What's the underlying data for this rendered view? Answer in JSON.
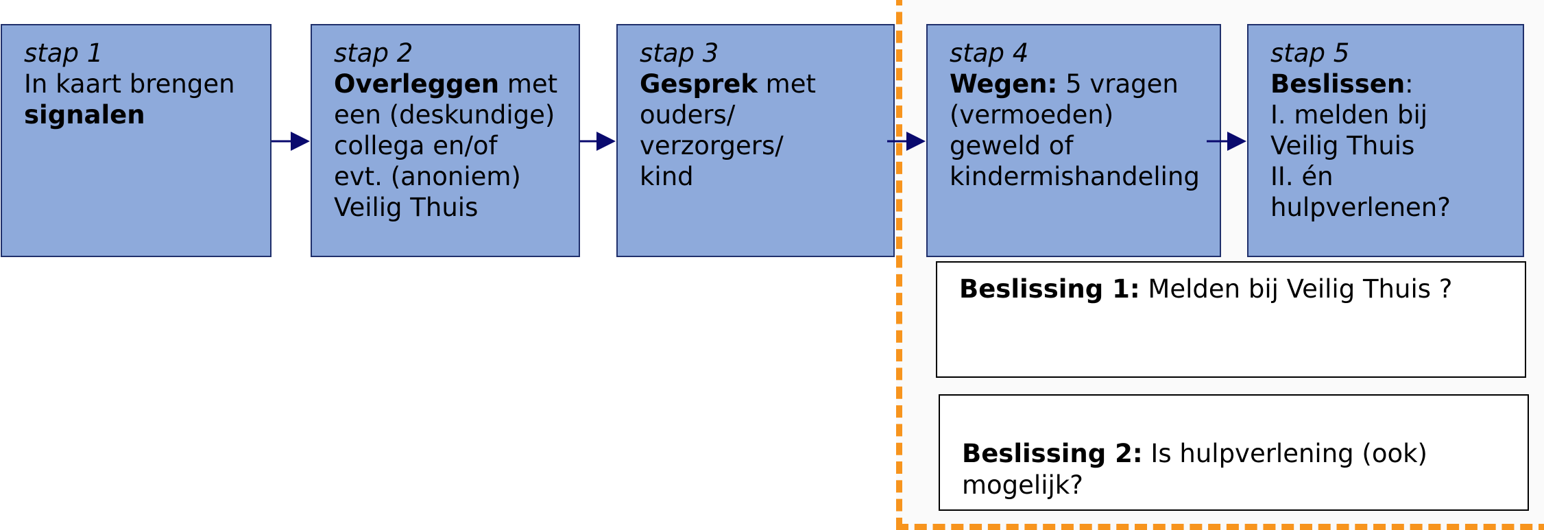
{
  "steps": [
    {
      "title": "stap 1",
      "parts": [
        {
          "text": "In kaart brengen\n",
          "bold": false
        },
        {
          "text": "signalen",
          "bold": true
        }
      ]
    },
    {
      "title": "stap 2",
      "parts": [
        {
          "text": "Overleggen",
          "bold": true
        },
        {
          "text": " met\neen (deskundige)\ncollega en/of\nevt. (anoniem)\nVeilig Thuis",
          "bold": false
        }
      ]
    },
    {
      "title": "stap 3",
      "parts": [
        {
          "text": "Gesprek",
          "bold": true
        },
        {
          "text": " met\nouders/\nverzorgers/\nkind",
          "bold": false
        }
      ]
    },
    {
      "title": "stap 4",
      "parts": [
        {
          "text": "Wegen:",
          "bold": true
        },
        {
          "text": " 5 vragen\n(vermoeden)\ngeweld of\nkindermishandeling",
          "bold": false
        }
      ]
    },
    {
      "title": "stap 5",
      "parts": [
        {
          "text": "Beslissen",
          "bold": true
        },
        {
          "text": ":\nI. melden bij\nVeilig Thuis\nII. én\nhulpverlenen?",
          "bold": false
        }
      ]
    }
  ],
  "decisions": [
    {
      "label": "Beslissing 1:",
      "text": " Melden bij Veilig Thuis  ?"
    },
    {
      "label": "Beslissing 2:",
      "text": " Is hulpverlening (ook)\nmogelijk?"
    }
  ],
  "colors": {
    "step_fill": "#8eaadb",
    "step_border": "#1f2f6b",
    "arrow": "#0a0a6e",
    "frame": "#f7941d"
  }
}
